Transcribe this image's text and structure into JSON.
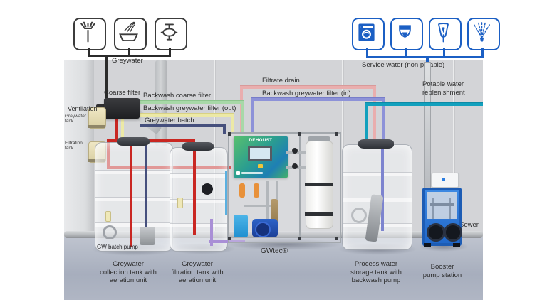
{
  "sources": {
    "label": "Greywater",
    "icons": [
      {
        "name": "shower-icon"
      },
      {
        "name": "bathtub-icon"
      },
      {
        "name": "washbasin-tap-icon"
      }
    ]
  },
  "services": {
    "label": "Service water (non potable)",
    "icons": [
      {
        "name": "washing-machine-icon"
      },
      {
        "name": "urinal-icon"
      },
      {
        "name": "toilet-icon"
      },
      {
        "name": "irrigation-sprinkler-icon"
      }
    ]
  },
  "pipe_labels": {
    "coarse_filter": "Coarse filter",
    "backwash_coarse_filter": "Backwash coarse filter",
    "backwash_greywater_filter_out": "Backwash greywater filter (out)",
    "greywater_batch": "Greywater batch",
    "filtrate_drain": "Filtrate drain",
    "backwash_greywater_filter_in": "Backwash greywater filter (in)",
    "potable_water_replenishment": "Potable water\nreplenishment",
    "sewer": "Sewer"
  },
  "ventilation": {
    "label": "Ventilation",
    "greywater_tank": "Greywater\ntank",
    "filtration_tank": "Filtration\ntank"
  },
  "equipment": {
    "gw_batch_pump": "GW batch pump",
    "gwtec": "GWtec®",
    "panel_brand": "DEHOUST",
    "collection_tank": "Greywater\ncollection tank with\naeration unit",
    "filtration_tank": "Greywater\nfiltration tank with\naeration unit",
    "storage_tank": "Process water\nstorage tank with\nbackwash pump",
    "booster": "Booster\npump station"
  },
  "colors": {
    "service_blue": "#1b5fc4",
    "greywater_black": "#2b2b2b",
    "pipe_red": "#c92722",
    "pipe_green": "#a8d8a8",
    "pipe_yellow": "#ece9a6",
    "pipe_pink": "#e9aeae",
    "pipe_purple": "#8d92d8",
    "pipe_teal": "#12a0bd",
    "pipe_dark_blue": "#46507d",
    "booster_blue": "#2b7de0"
  }
}
